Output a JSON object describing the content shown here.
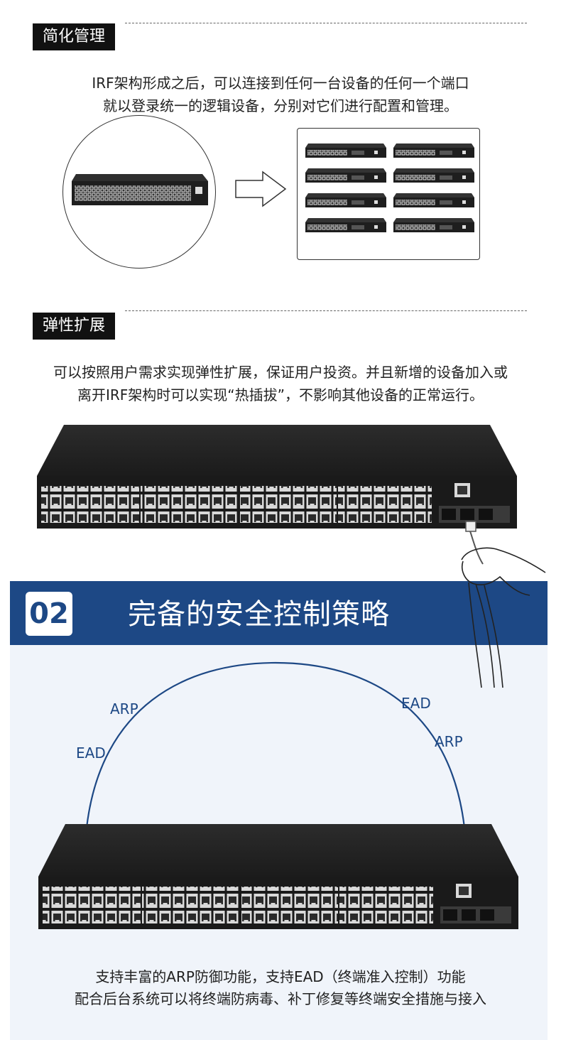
{
  "section1": {
    "tag": "简化管理",
    "line1": "IRF架构形成之后，可以连接到任何一台设备的任何一个端口",
    "line2": "就以登录统一的逻辑设备，分别对它们进行配置和管理。",
    "stack_count": 8
  },
  "section2": {
    "tag": "弹性扩展",
    "line1": "可以按照用户需求实现弹性扩展，保证用户投资。并且新增的设备加入或",
    "line2": "离开IRF架构时可以实现“热插拔”，不影响其他设备的正常运行。"
  },
  "section3": {
    "number": "02",
    "title": "完备的安全控制策略",
    "arc_labels": {
      "left_top": "ARP",
      "left_bottom": "EAD",
      "right_top": "EAD",
      "right_bottom": "ARP"
    },
    "line1": "支持丰富的ARP防御功能，支持EAD（终端准入控制）功能",
    "line2": "配合后台系统可以将终端防病毒、补丁修复等终端安全措施与接入"
  },
  "colors": {
    "banner": "#1d4885",
    "tag_bg": "#111111",
    "light_bg": "#f0f4fa"
  },
  "icons": {
    "arrow": "right-arrow-outline-icon",
    "hand": "hand-plugging-cable-icon"
  }
}
